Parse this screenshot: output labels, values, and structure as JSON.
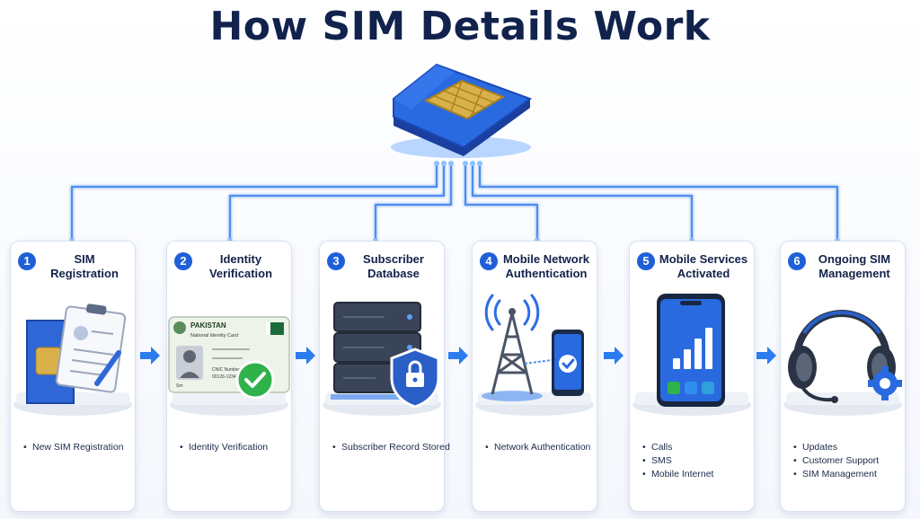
{
  "title": "How SIM Details Work",
  "steps": [
    {
      "number": "1",
      "title_line1": "SIM",
      "title_line2": "Registration",
      "bullets": [
        "New SIM Registration"
      ]
    },
    {
      "number": "2",
      "title_line1": "Identity",
      "title_line2": "Verification",
      "bullets": [
        "Identity Verification"
      ]
    },
    {
      "number": "3",
      "title_line1": "Subscriber",
      "title_line2": "Database",
      "bullets": [
        "Subscriber Record Stored"
      ]
    },
    {
      "number": "4",
      "title_line1": "Mobile Network",
      "title_line2": "Authentication",
      "bullets": [
        "Network Authentication"
      ]
    },
    {
      "number": "5",
      "title_line1": "Mobile Services",
      "title_line2": "Activated",
      "bullets": [
        "Calls",
        "SMS",
        "Mobile Internet"
      ]
    },
    {
      "number": "6",
      "title_line1": "Ongoing SIM",
      "title_line2": "Management",
      "bullets": [
        "Updates",
        "Customer Support",
        "SIM Management"
      ]
    }
  ],
  "id_card": {
    "country": "PAKISTAN",
    "card_name": "National Identity Card",
    "field_name": "Sm",
    "field_cnic": "CNIC Number",
    "cnic_value": "00126-12345678-8"
  },
  "colors": {
    "title": "#11224d",
    "accent": "#1f5fd8",
    "connector": "#4d8df0",
    "card_border": "#d9e2f0",
    "check_green": "#2fb24a"
  }
}
